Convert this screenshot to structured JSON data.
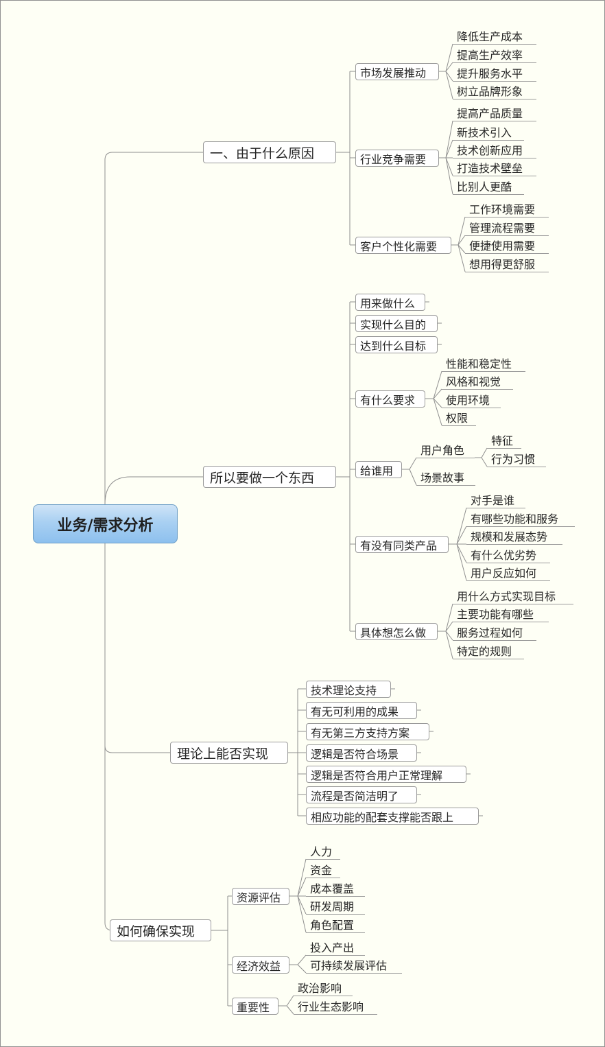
{
  "root": "业务/需求分析",
  "branches": [
    {
      "label": "一、由于什么原因",
      "children": [
        {
          "label": "市场发展推动",
          "children": [
            "降低生产成本",
            "提高生产效率",
            "提升服务水平",
            "树立品牌形象"
          ]
        },
        {
          "label": "行业竞争需要",
          "children": [
            "提高产品质量",
            "新技术引入",
            "技术创新应用",
            "打造技术壁垒",
            "比别人更酷"
          ]
        },
        {
          "label": "客户个性化需要",
          "children": [
            "工作环境需要",
            "管理流程需要",
            "便捷使用需要",
            "想用得更舒服"
          ]
        }
      ]
    },
    {
      "label": "所以要做一个东西",
      "children": [
        {
          "label": "用来做什么"
        },
        {
          "label": "实现什么目的"
        },
        {
          "label": "达到什么目标"
        },
        {
          "label": "有什么要求",
          "children": [
            "性能和稳定性",
            "风格和视觉",
            "使用环境",
            "权限"
          ]
        },
        {
          "label": "给谁用",
          "children": [
            {
              "label": "用户角色",
              "children": [
                "特征",
                "行为习惯"
              ]
            },
            {
              "label": "场景故事"
            }
          ]
        },
        {
          "label": "有没有同类产品",
          "children": [
            "对手是谁",
            "有哪些功能和服务",
            "规模和发展态势",
            "有什么优劣势",
            "用户反应如何"
          ]
        },
        {
          "label": "具体想怎么做",
          "children": [
            "用什么方式实现目标",
            "主要功能有哪些",
            "服务过程如何",
            "特定的规则"
          ]
        }
      ]
    },
    {
      "label": "理论上能否实现",
      "children": [
        {
          "label": "技术理论支持"
        },
        {
          "label": "有无可利用的成果"
        },
        {
          "label": "有无第三方支持方案"
        },
        {
          "label": "逻辑是否符合场景"
        },
        {
          "label": "逻辑是否符合用户正常理解"
        },
        {
          "label": "流程是否简洁明了"
        },
        {
          "label": "相应功能的配套支撑能否跟上"
        }
      ]
    },
    {
      "label": "如何确保实现",
      "children": [
        {
          "label": "资源评估",
          "children": [
            "人力",
            "资金",
            "成本覆盖",
            "研发周期",
            "角色配置"
          ]
        },
        {
          "label": "经济效益",
          "children": [
            "投入产出",
            "可持续发展评估"
          ]
        },
        {
          "label": "重要性",
          "children": [
            "政治影响",
            "行业生态影响"
          ]
        }
      ]
    }
  ]
}
